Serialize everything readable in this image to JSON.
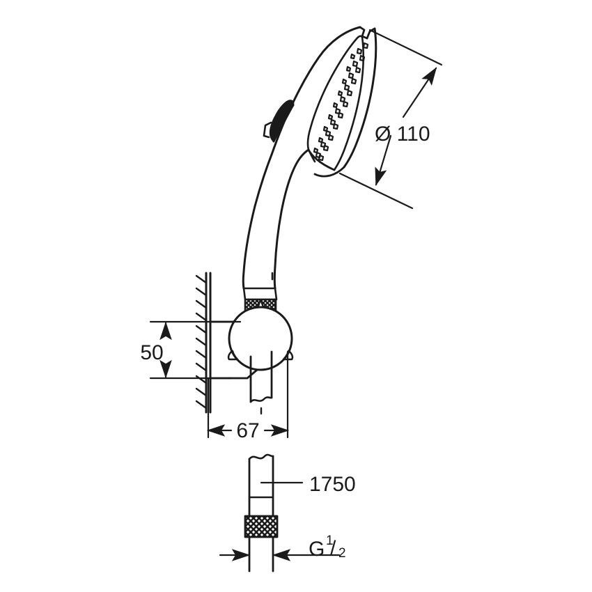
{
  "drawing": {
    "type": "technical-product-drawing",
    "subject": "wall-mounted hand shower set with holder and hose",
    "line_color": "#1a1a1a",
    "background_color": "#ffffff",
    "units": "mm"
  },
  "dimensions": {
    "spray_face_diameter": {
      "label": "Ø 110",
      "value": 110,
      "symbol": "Ø",
      "description": "shower head spray face diameter"
    },
    "holder_height": {
      "label": "50",
      "value": 50,
      "description": "vertical offset of holder bracket from wall plate top"
    },
    "wall_projection": {
      "label": "67",
      "value": 67,
      "description": "projection of holder from finished wall"
    },
    "hose_length": {
      "label": "1750",
      "value": 1750,
      "description": "shower hose length"
    },
    "hose_thread": {
      "label_main": "G",
      "label_numerator": "1",
      "label_slash": "/",
      "label_denominator": "2",
      "value": "G 1/2",
      "description": "hose connection thread size"
    }
  },
  "components": [
    {
      "name": "shower-head",
      "label": "hand shower head with spray face"
    },
    {
      "name": "handle",
      "label": "ergonomic handle with spray-select button"
    },
    {
      "name": "wall-holder",
      "label": "circular wall holder bracket"
    },
    {
      "name": "wall",
      "label": "hatched wall section"
    },
    {
      "name": "hose",
      "label": "flexible shower hose with knurled nut"
    }
  ]
}
